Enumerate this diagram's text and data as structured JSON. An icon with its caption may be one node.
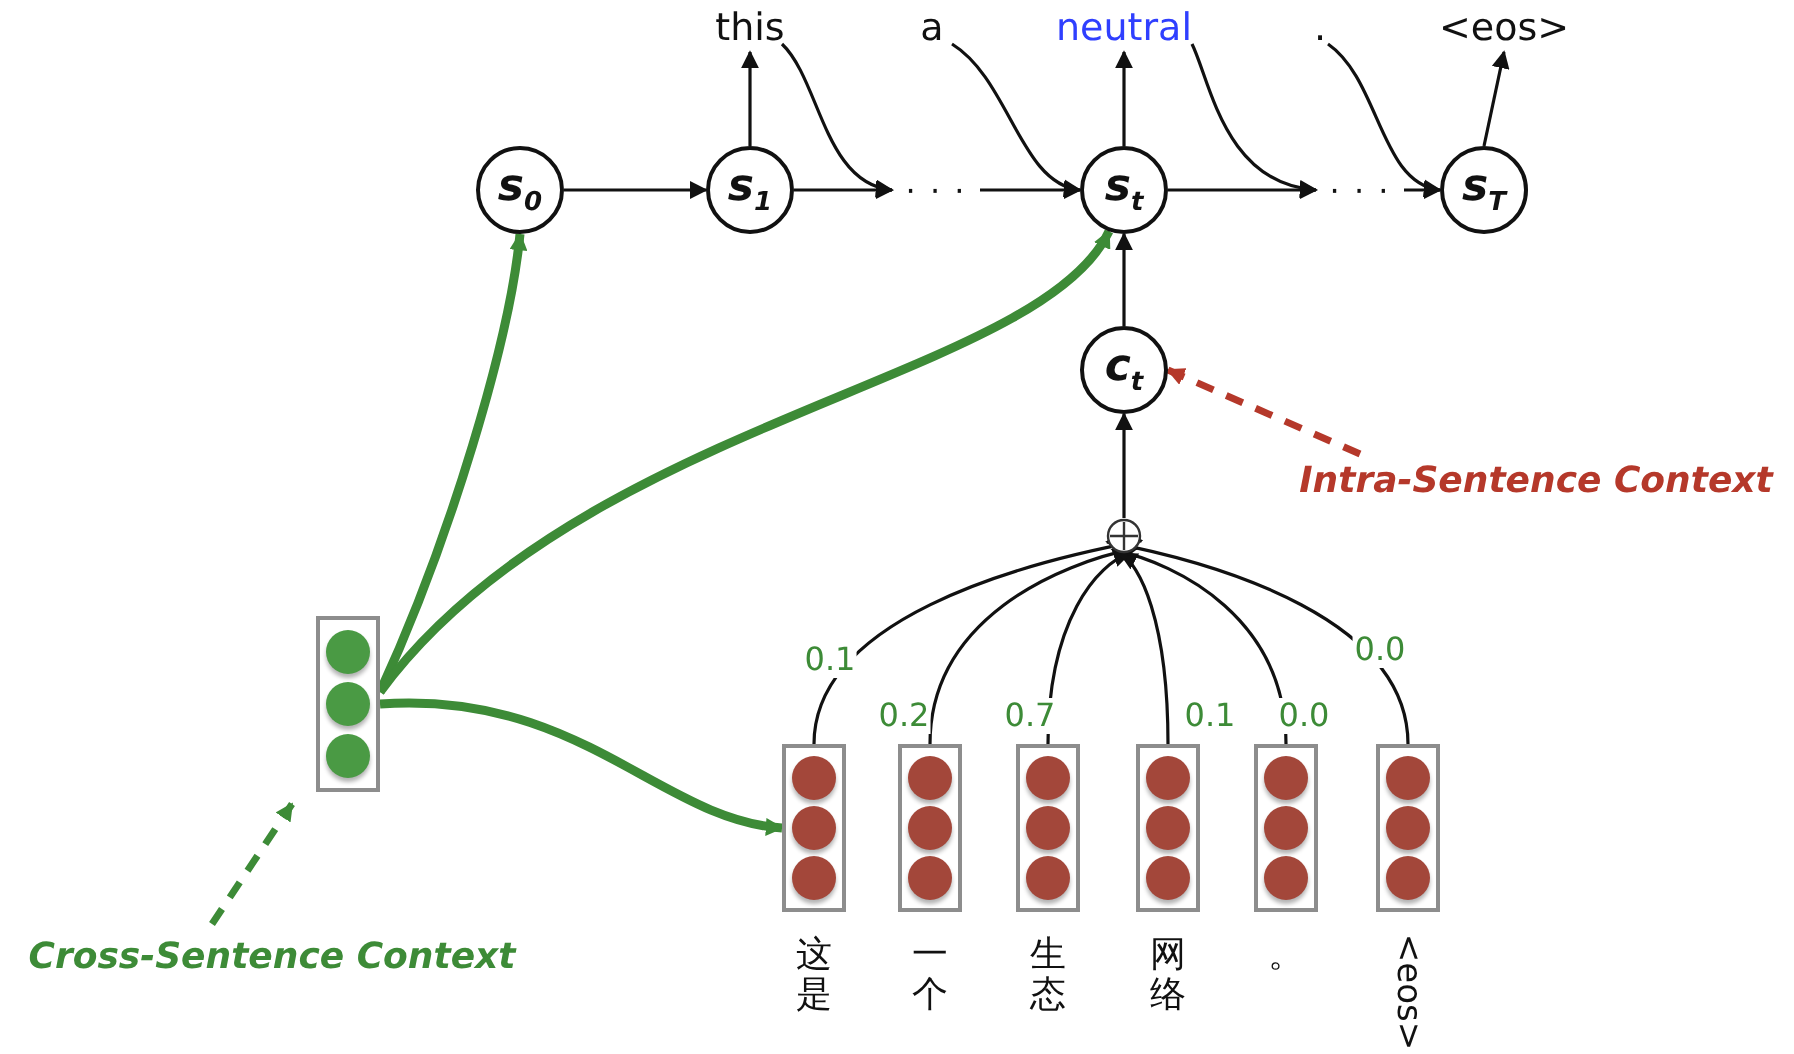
{
  "diagram": {
    "nodes": [
      {
        "text": [
          "s$_{0}$"
        ]
      },
      {
        "text": [
          "s$_{1}$"
        ]
      },
      {
        "text": [
          "· · ·"
        ]
      },
      {
        "text": [
          "s$_{t}$"
        ]
      },
      {
        "text": [
          "· · ·"
        ]
      },
      {
        "text": [
          "s$_{T}$"
        ]
      },
      {
        "text": [
          "this"
        ]
      },
      {
        "text": [
          "a"
        ]
      },
      {
        "text": [
          "neutral"
        ]
      },
      {
        "text": [
          "."
        ]
      },
      {
        "text": [
          "<eos>"
        ]
      },
      {
        "text": [
          "c$_{t}$"
        ]
      },
      {
        "text": [],
        "shape": "circle"
      },
      {
        "text": [],
        "shape": "box"
      },
      {
        "text": [],
        "shape": "box",
        "beside": [
          "这是"
        ]
      },
      {
        "text": [],
        "shape": "box",
        "beside": [
          "一个"
        ]
      },
      {
        "text": [],
        "shape": "box",
        "beside": [
          "生态"
        ]
      },
      {
        "text": [],
        "shape": "box",
        "beside": [
          "网络"
        ]
      },
      {
        "text": [],
        "shape": "box",
        "beside": [
          "。"
        ]
      },
      {
        "text": [],
        "shape": "box",
        "beside": [
          "<eos>"
        ]
      },
      {
        "text": [
          "Cross-Sentence Context"
        ]
      },
      {
        "text": [
          "Intra-Sentence Context"
        ]
      }
    ],
    "edges": [
      {
        "from": 0,
        "to": 1,
        "arrow": "to"
      },
      {
        "from": 1,
        "to": 2,
        "arrow": "to"
      },
      {
        "from": 2,
        "to": 3,
        "arrow": "to"
      },
      {
        "from": 3,
        "to": 4,
        "arrow": "to"
      },
      {
        "from": 4,
        "to": 5,
        "arrow": "to"
      },
      {
        "from": 1,
        "to": 6,
        "arrow": "to"
      },
      {
        "from": 3,
        "to": 8,
        "arrow": "to"
      },
      {
        "from": 5,
        "to": 10,
        "arrow": "to"
      },
      {
        "from": 6,
        "to": 2,
        "arrow": "to"
      },
      {
        "from": 7,
        "to": 3,
        "arrow": "to"
      },
      {
        "from": 8,
        "to": 4,
        "arrow": "to"
      },
      {
        "from": 9,
        "to": 5,
        "arrow": "to"
      },
      {
        "from": 11,
        "to": 3,
        "arrow": "to"
      },
      {
        "from": 12,
        "to": 11,
        "arrow": "to"
      },
      {
        "from": 14,
        "to": 12,
        "arrow": "to",
        "label": "0.1"
      },
      {
        "from": 15,
        "to": 12,
        "arrow": "to",
        "label": "0.2"
      },
      {
        "from": 16,
        "to": 12,
        "arrow": "to",
        "label": "0.7"
      },
      {
        "from": 17,
        "to": 12,
        "arrow": "to",
        "label": "0.1"
      },
      {
        "from": 18,
        "to": 12,
        "arrow": "to",
        "label": "0.0"
      },
      {
        "from": 19,
        "to": 12,
        "arrow": "to",
        "label": "0.0"
      },
      {
        "from": 13,
        "to": 0,
        "arrow": "to",
        "style": "thick",
        "color": "#3d8b37"
      },
      {
        "from": 13,
        "to": 3,
        "arrow": "to",
        "style": "thick",
        "color": "#3d8b37"
      },
      {
        "from": 13,
        "to": 14,
        "arrow": "to",
        "style": "thick",
        "color": "#3d8b37"
      },
      {
        "from": 20,
        "to": 13,
        "arrow": "to",
        "style": "dashed",
        "color": "#3d8b37"
      },
      {
        "from": 21,
        "to": 11,
        "arrow": "to",
        "style": "dashed",
        "color": "#b5382a"
      }
    ]
  }
}
